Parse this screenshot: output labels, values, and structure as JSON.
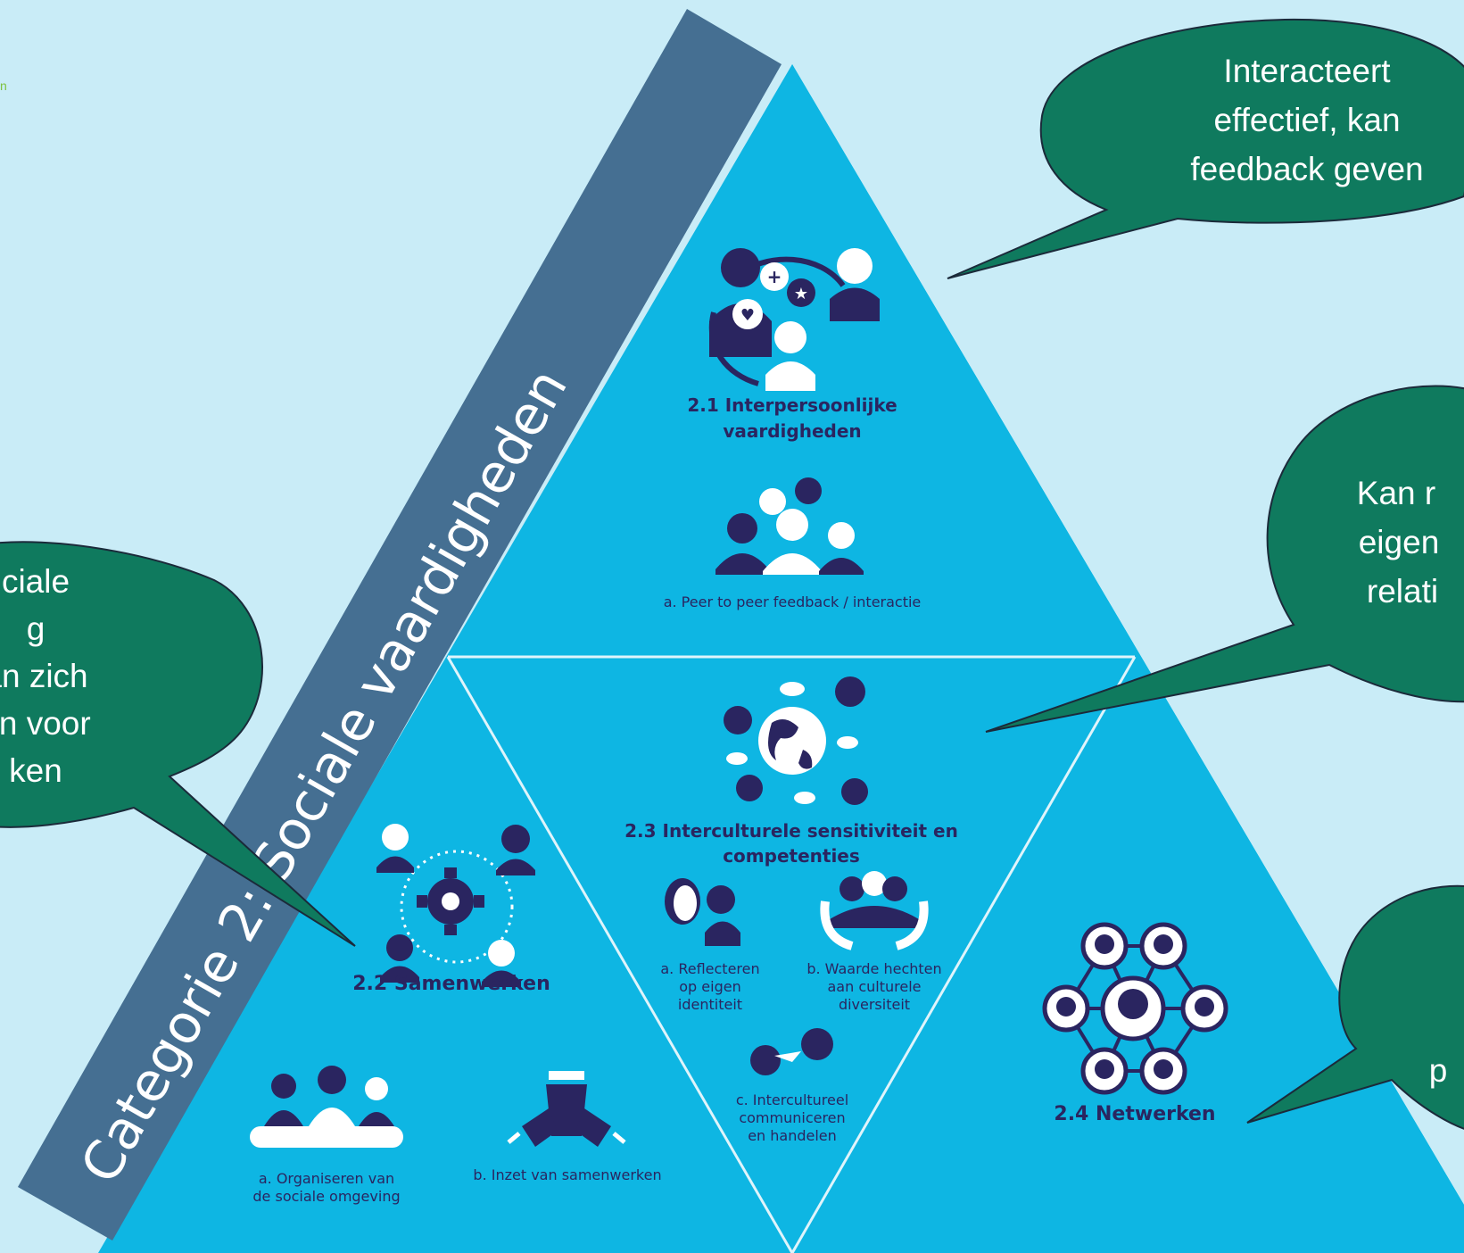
{
  "corner_text": "n",
  "band_title": "Categorie 2: Sociale vaardigheden",
  "sections": {
    "s21": {
      "title_l1": "2.1 Interpersoonlijke",
      "title_l2": "vaardigheden",
      "sub_a": "a. Peer to peer feedback / interactie"
    },
    "s22": {
      "title": "2.2 Samenwerken",
      "sub_a_l1": "a. Organiseren van",
      "sub_a_l2": "de sociale omgeving",
      "sub_b": "b. Inzet van samenwerken"
    },
    "s23": {
      "title_l1": "2.3 Interculturele sensitiviteit en",
      "title_l2": "competenties",
      "sub_a_l1": "a. Reflecteren",
      "sub_a_l2": "op eigen",
      "sub_a_l3": "identiteit",
      "sub_b_l1": "b. Waarde hechten",
      "sub_b_l2": "aan culturele",
      "sub_b_l3": "diversiteit",
      "sub_c_l1": "c. Intercultureel",
      "sub_c_l2": "communiceren",
      "sub_c_l3": "en handelen"
    },
    "s24": {
      "title": "2.4 Netwerken"
    }
  },
  "bubbles": {
    "top_right": [
      "Interacteert",
      "effectief, kan",
      "feedback geven"
    ],
    "mid_right": [
      "Kan r",
      "eigen",
      "relati"
    ],
    "left": [
      "ciale",
      "g",
      "an zich",
      "en voor",
      "ken"
    ],
    "bottom_right": [
      "p"
    ]
  },
  "colors": {
    "background": "#c9ecf7",
    "pyramid": "#0eb6e3",
    "band": "#456f92",
    "bubble": "#0f7a5e",
    "icon_dark": "#2a2560",
    "icon_light": "#ffffff"
  }
}
